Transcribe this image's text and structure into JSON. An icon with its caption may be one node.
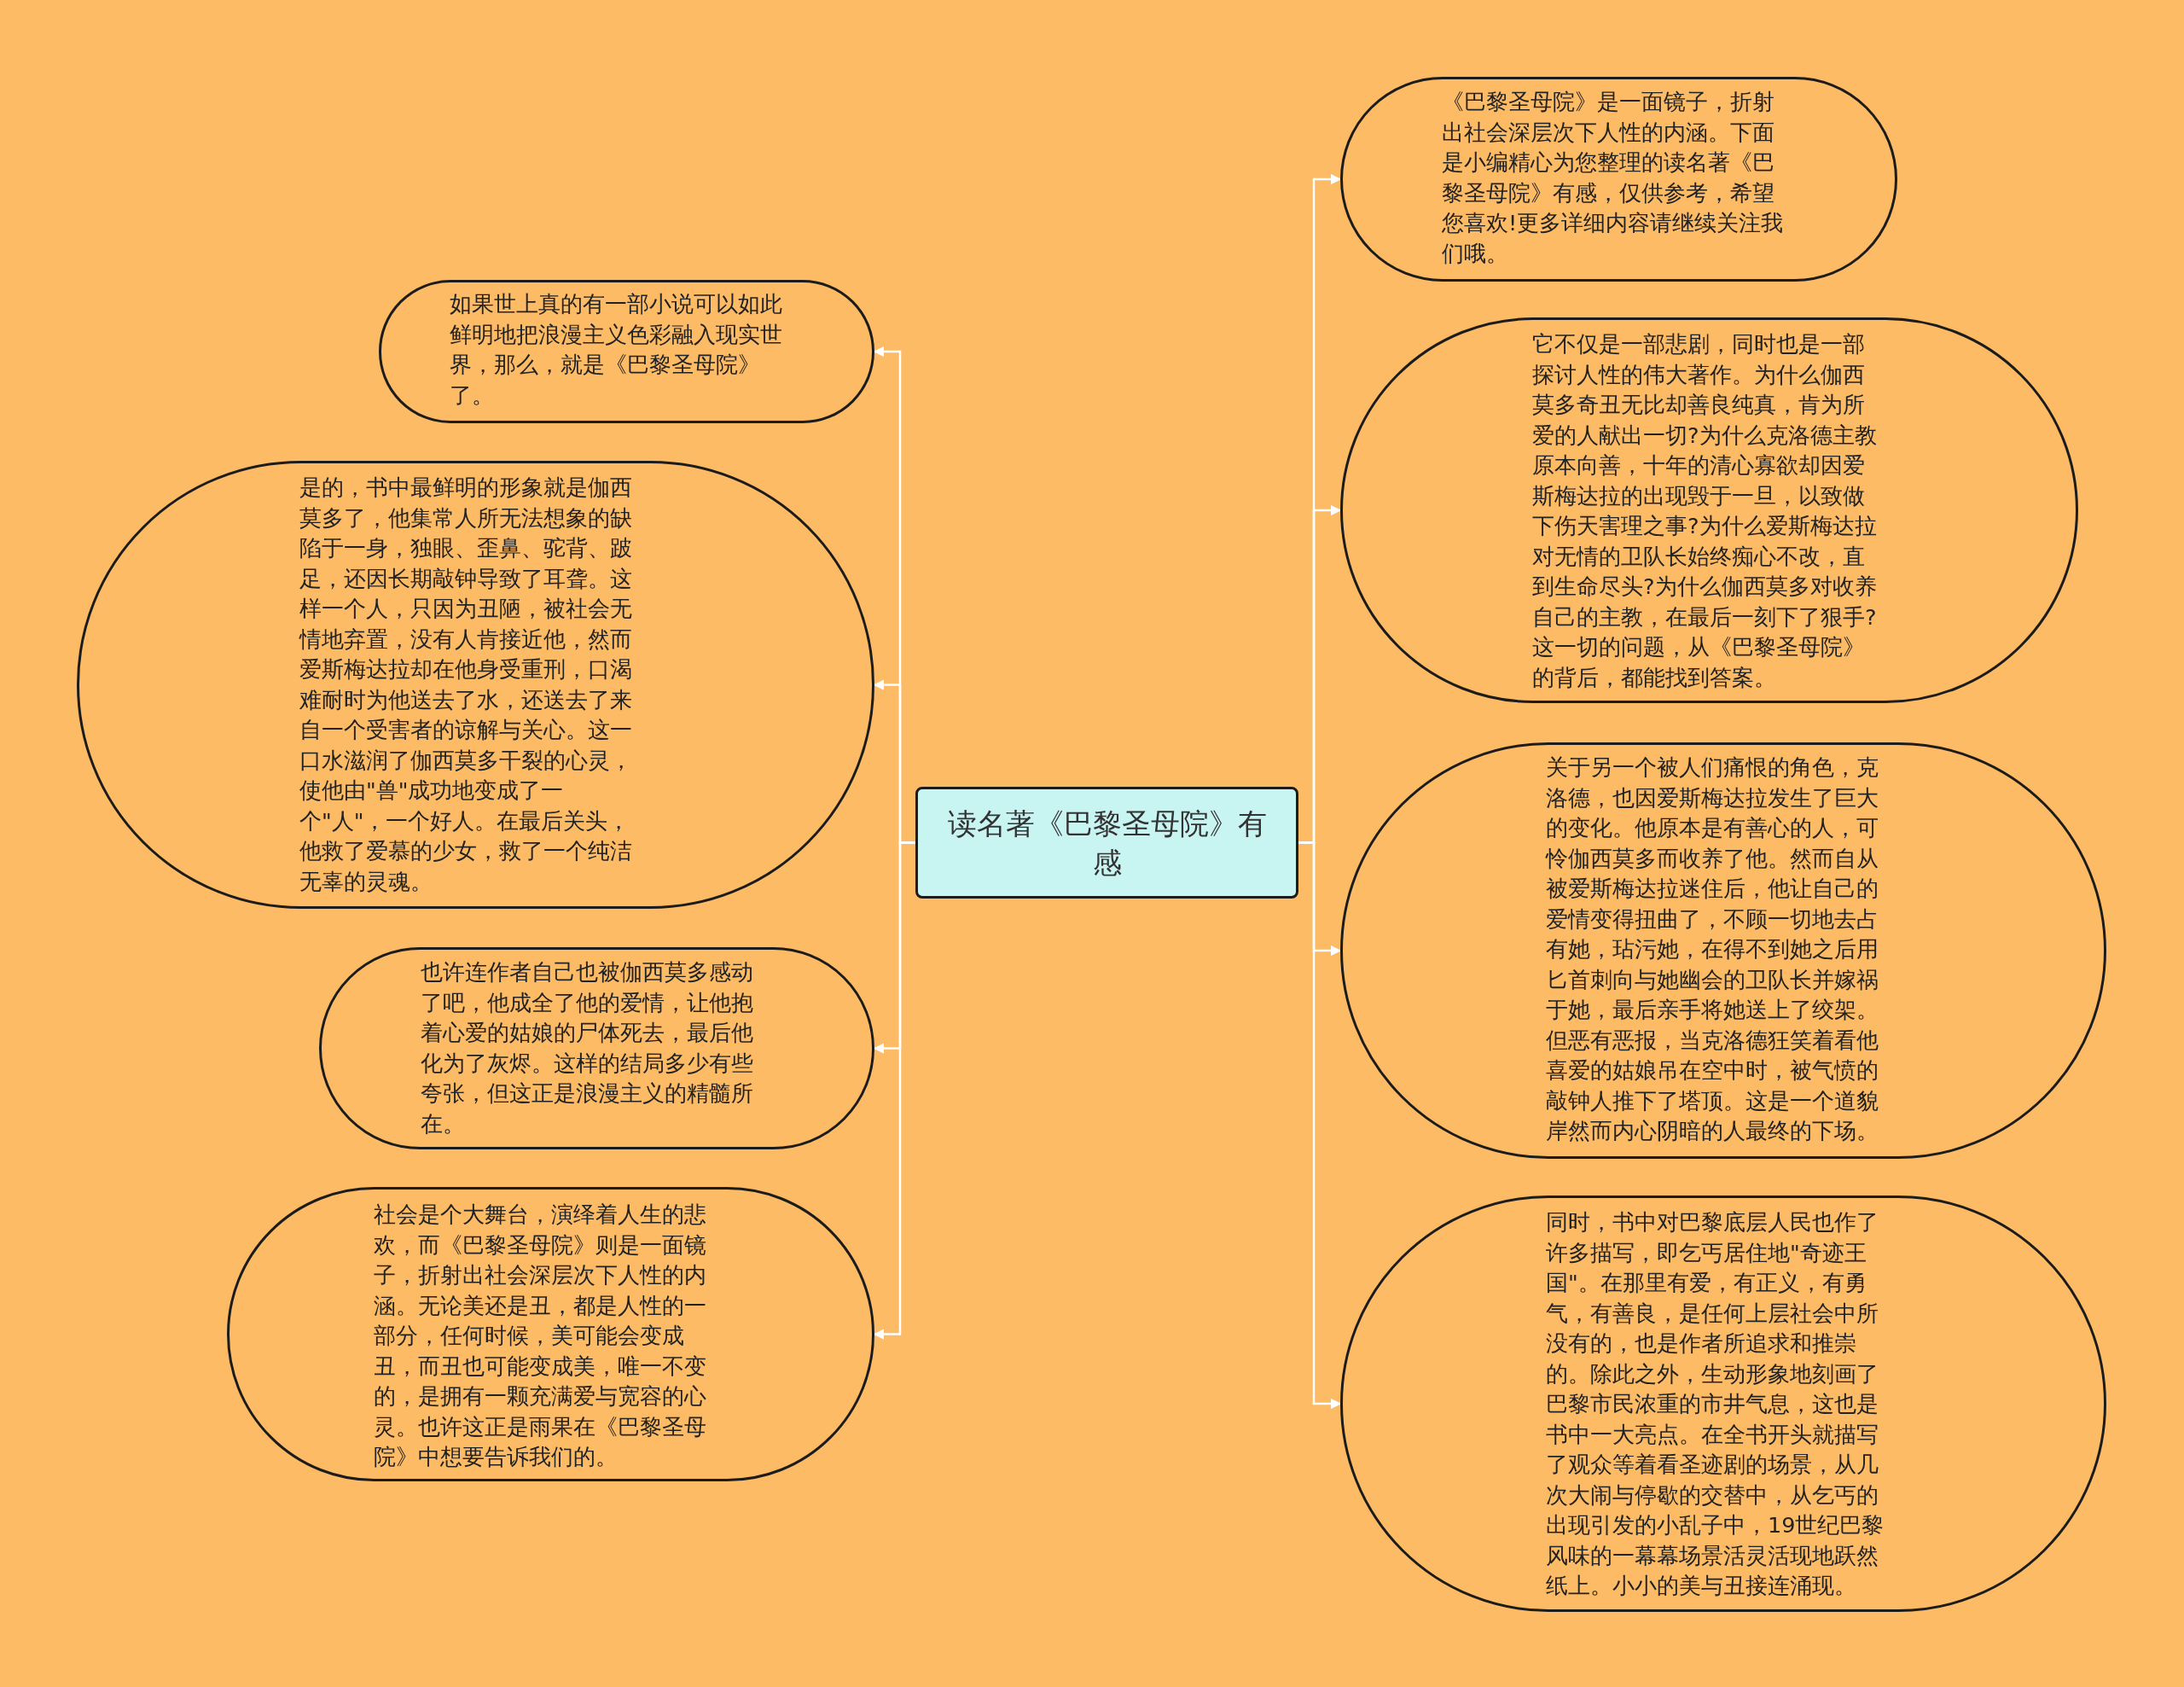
{
  "diagram": {
    "nodes": [
      {
        "text": [
          "读名著《巴黎圣母院》有感"
        ]
      },
      {
        "text": [
          "《巴黎圣母院》是一面镜子，折射出社会深层次下人性的内涵。下面是小编精心为您整理的读名著《巴黎圣母院》有感，仅供参考，希望您喜欢!更多详细内容请继续关注我们哦。"
        ]
      },
      {
        "text": [
          "它不仅是一部悲剧，同时也是一部探讨人性的伟大著作。为什么伽西莫多奇丑无比却善良纯真，肯为所爱的人献出一切?为什么克洛德主教原本向善，十年的清心寡欲却因爱斯梅达拉的出现毁于一旦，以致做下伤天害理之事?为什么爱斯梅达拉对无情的卫队长始终痴心不改，直到生命尽头?为什么伽西莫多对收养自己的主教，在最后一刻下了狠手?这一切的问题，从《巴黎圣母院》的背后，都能找到答案。"
        ]
      },
      {
        "text": [
          "关于另一个被人们痛恨的角色，克洛德，也因爱斯梅达拉发生了巨大的变化。他原本是有善心的人，可怜伽西莫多而收养了他。然而自从被爱斯梅达拉迷住后，他让自己的爱情变得扭曲了，不顾一切地去占有她，玷污她，在得不到她之后用匕首刺向与她幽会的卫队长并嫁祸于她，最后亲手将她送上了绞架。但恶有恶报，当克洛德狂笑着看他喜爱的姑娘吊在空中时，被气愤的敲钟人推下了塔顶。这是一个道貌岸然而内心阴暗的人最终的下场。"
        ]
      },
      {
        "text": [
          "同时，书中对巴黎底层人民也作了许多描写，即乞丐居住地\"奇迹王国\"。在那里有爱，有正义，有勇气，有善良，是任何上层社会中所没有的，也是作者所追求和推崇的。除此之外，生动形象地刻画了巴黎市民浓重的市井气息，这也是书中一大亮点。在全书开头就描写了观众等着看圣迹剧的场景，从几次大闹与停歇的交替中，从乞丐的出现引发的小乱子中，19世纪巴黎风味的一幕幕场景活灵活现地跃然纸上。小小的美与丑接连涌现。"
        ]
      },
      {
        "text": [
          "如果世上真的有一部小说可以如此鲜明地把浪漫主义色彩融入现实世界，那么，就是《巴黎圣母院》了。"
        ]
      },
      {
        "text": [
          "是的，书中最鲜明的形象就是伽西莫多了，他集常人所无法想象的缺陷于一身，独眼、歪鼻、驼背、跛足，还因长期敲钟导致了耳聋。这样一个人，只因为丑陋，被社会无情地弃置，没有人肯接近他，然而爱斯梅达拉却在他身受重刑，口渴难耐时为他送去了水，还送去了来自一个受害者的谅解与关心。这一口水滋润了伽西莫多干裂的心灵，使他由\"兽\"成功地变成了一个\"人\"，一个好人。在最后关头，他救了爱慕的少女，救了一个纯洁无辜的灵魂。"
        ]
      },
      {
        "text": [
          "也许连作者自己也被伽西莫多感动了吧，他成全了他的爱情，让他抱着心爱的姑娘的尸体死去，最后他化为了灰烬。这样的结局多少有些夸张，但这正是浪漫主义的精髓所在。"
        ]
      },
      {
        "text": [
          "社会是个大舞台，演绎着人生的悲欢，而《巴黎圣母院》则是一面镜子，折射出社会深层次下人性的内涵。无论美还是丑，都是人性的一部分，任何时候，美可能会变成丑，而丑也可能变成美，唯一不变的，是拥有一颗充满爱与宽容的心灵。也许这正是雨果在《巴黎圣母院》中想要告诉我们的。"
        ]
      }
    ],
    "edges": [
      {
        "from": 0,
        "to": 1,
        "arrow": "to"
      },
      {
        "from": 0,
        "to": 2,
        "arrow": "to"
      },
      {
        "from": 0,
        "to": 3,
        "arrow": "to"
      },
      {
        "from": 0,
        "to": 4,
        "arrow": "to"
      },
      {
        "from": 0,
        "to": 5,
        "arrow": "to"
      },
      {
        "from": 0,
        "to": 6,
        "arrow": "to"
      },
      {
        "from": 0,
        "to": 7,
        "arrow": "to"
      },
      {
        "from": 0,
        "to": 8,
        "arrow": "to"
      }
    ]
  }
}
